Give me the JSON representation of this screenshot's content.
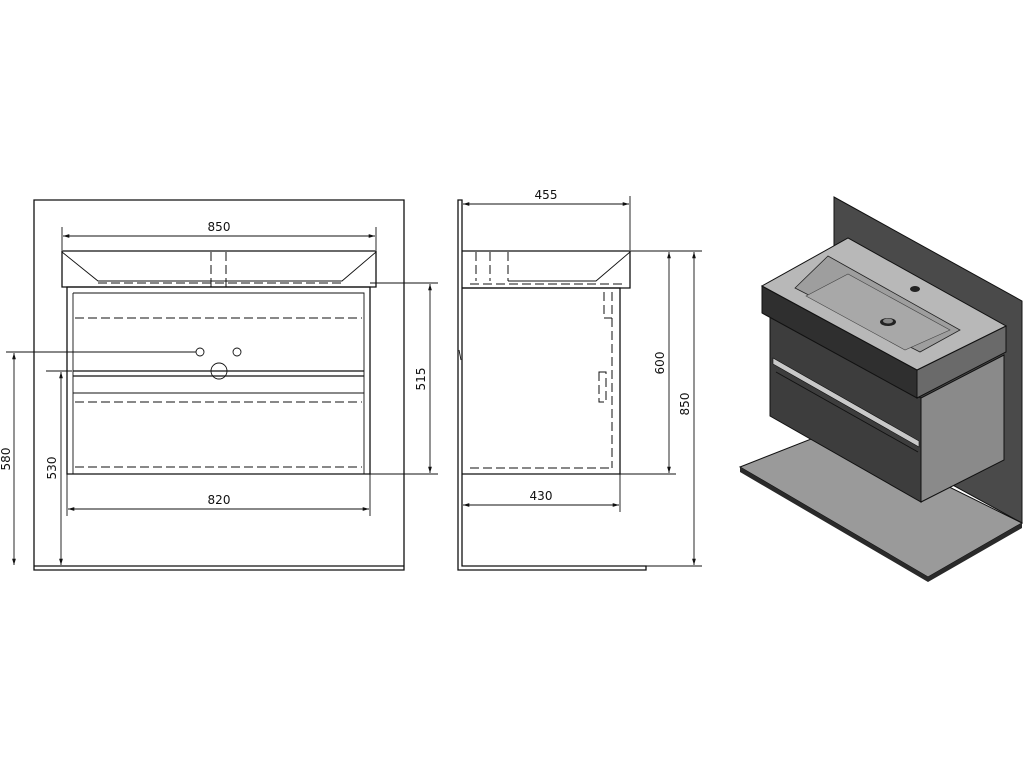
{
  "front_view": {
    "width_top": "850",
    "width_bottom": "820",
    "height_cabinet": "515",
    "height_pipe": "580",
    "height_floor": "530"
  },
  "side_view": {
    "depth_top": "455",
    "depth_bottom": "430",
    "height_inner": "600",
    "height_total": "850"
  },
  "colors": {
    "line": "#111111",
    "cabinet_dark": "#3d3d3d",
    "wall": "#4a4a4a",
    "floor": "#9a9a9a",
    "basin": "#a8a8a8"
  }
}
